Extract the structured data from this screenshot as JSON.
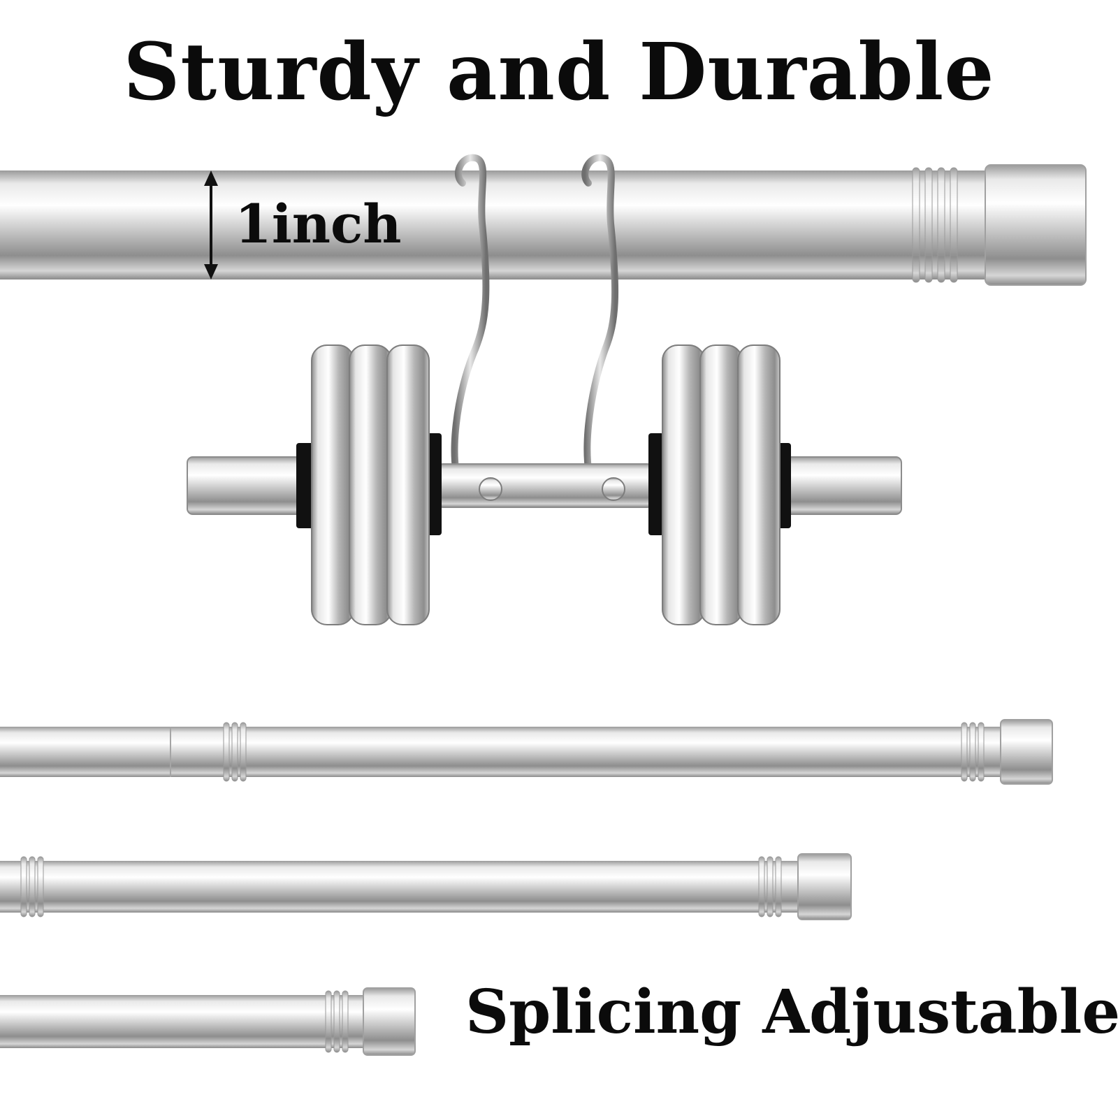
{
  "headline": "Sturdy and Durable",
  "dimension_label": "1inch",
  "caption": "Splicing Adjustable",
  "colors": {
    "text": "#0b0b0b",
    "chrome_light": "#f2f2f2",
    "chrome_mid": "#b9b9b9",
    "chrome_dark": "#7d7d7d",
    "rubber": "#111111"
  },
  "icons": [
    "double-arrow-icon"
  ]
}
